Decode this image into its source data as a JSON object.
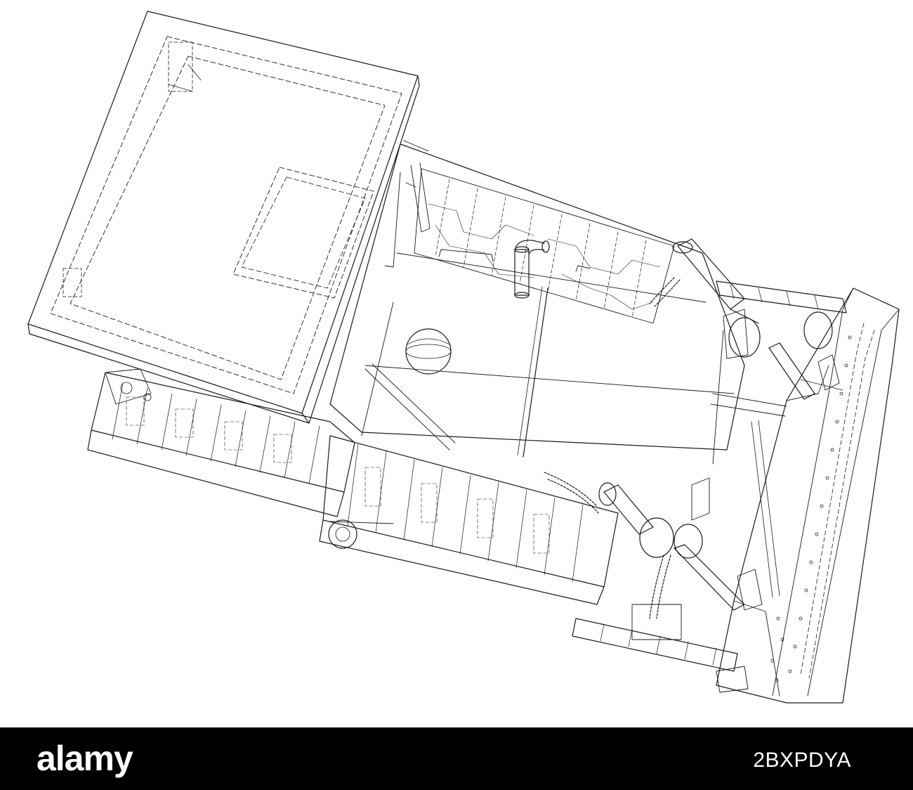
{
  "photo": {
    "subject": "bulldozer-wireframe",
    "line_color": "#1a1a1a",
    "background": "#ffffff"
  },
  "watermark": {
    "brand": "alamy",
    "image_code": "2BXPDYA",
    "bar_color": "#000000",
    "text_color": "#ffffff"
  }
}
